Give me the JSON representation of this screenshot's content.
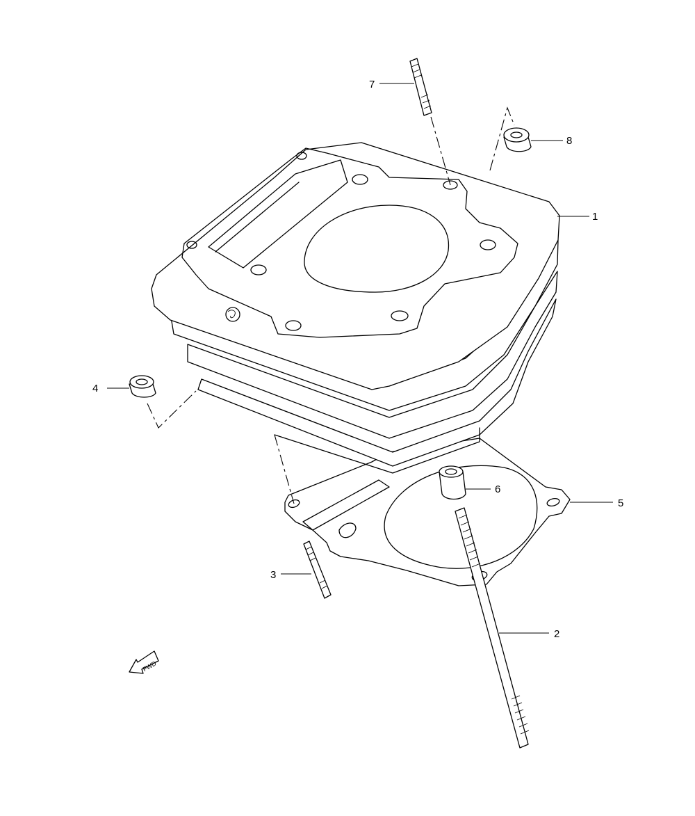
{
  "callouts": [
    {
      "id": "1",
      "label": "1"
    },
    {
      "id": "2",
      "label": "2"
    },
    {
      "id": "3",
      "label": "3"
    },
    {
      "id": "4",
      "label": "4"
    },
    {
      "id": "5",
      "label": "5"
    },
    {
      "id": "6",
      "label": "6"
    },
    {
      "id": "7",
      "label": "7"
    },
    {
      "id": "8",
      "label": "8"
    }
  ],
  "fwd_arrow": {
    "label": "FWD"
  }
}
